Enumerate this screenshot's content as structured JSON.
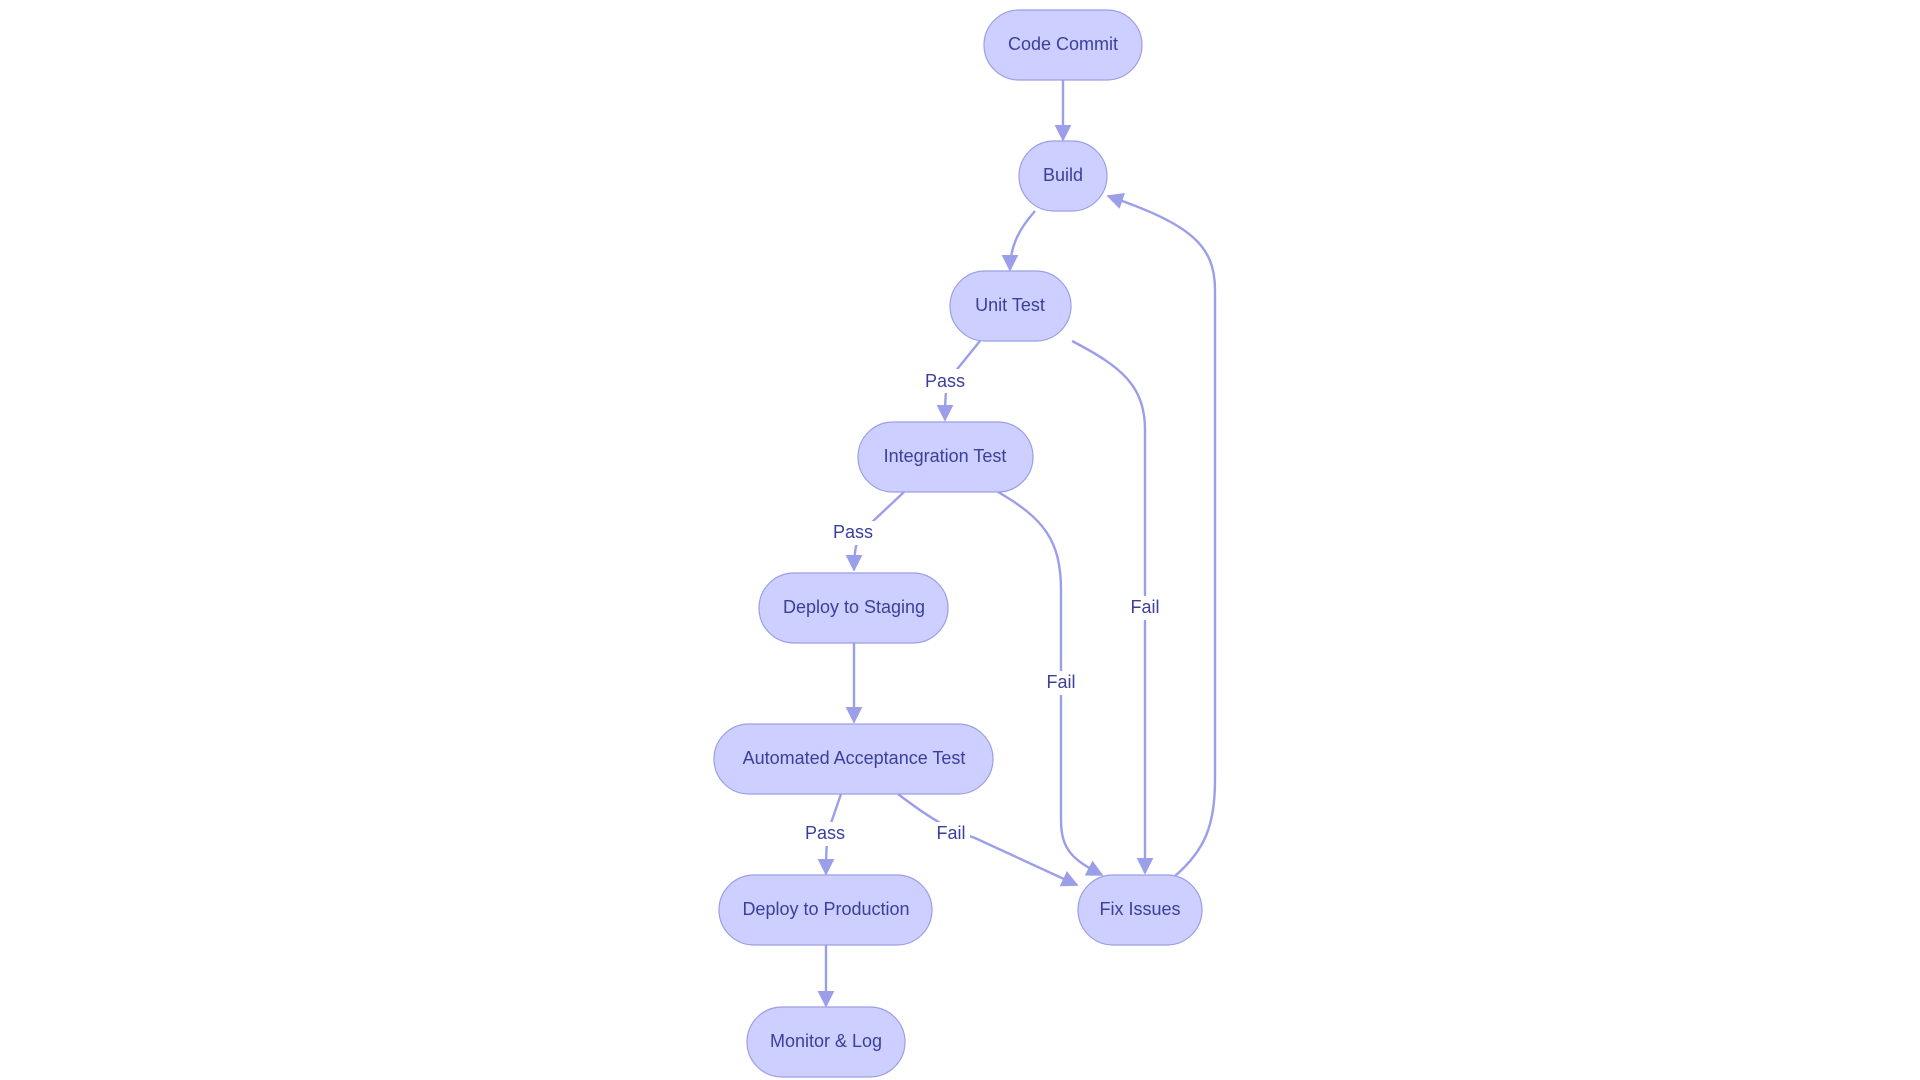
{
  "diagram": {
    "nodes": {
      "code_commit": "Code Commit",
      "build": "Build",
      "unit_test": "Unit Test",
      "integration_test": "Integration Test",
      "deploy_staging": "Deploy to Staging",
      "acceptance_test": "Automated Acceptance Test",
      "deploy_production": "Deploy to Production",
      "monitor_log": "Monitor & Log",
      "fix_issues": "Fix Issues"
    },
    "edge_labels": {
      "unit_pass": "Pass",
      "integration_pass": "Pass",
      "acceptance_pass": "Pass",
      "unit_fail": "Fail",
      "integration_fail": "Fail",
      "acceptance_fail": "Fail"
    },
    "colors": {
      "node_fill": "#cccfff",
      "node_stroke": "#9b9ee8",
      "edge": "#9b9ee8",
      "text": "#3b3f9a"
    }
  }
}
